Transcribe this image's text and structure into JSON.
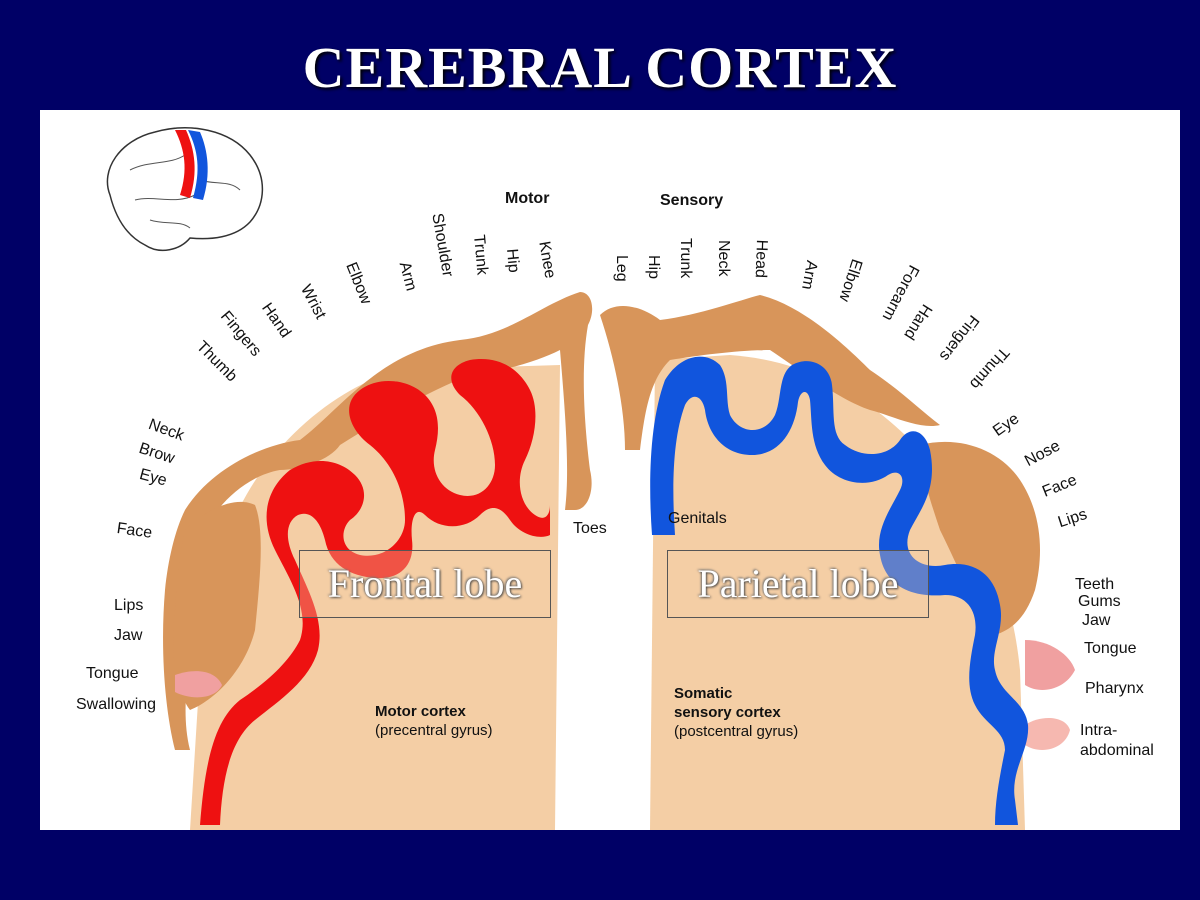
{
  "title": "CEREBRAL CORTEX",
  "headings": {
    "motor": "Motor",
    "sensory": "Sensory"
  },
  "lobes": {
    "frontal": "Frontal lobe",
    "parietal": "Parietal lobe"
  },
  "motor_caption": {
    "line1": "Motor cortex",
    "line2": "(precentral gyrus)"
  },
  "sensory_caption": {
    "line1": "Somatic",
    "line2": "sensory cortex",
    "line3": "(postcentral gyrus)"
  },
  "motor_labels": [
    "Knee",
    "Hip",
    "Trunk",
    "Shoulder",
    "Arm",
    "Elbow",
    "Wrist",
    "Hand",
    "Fingers",
    "Thumb",
    "Neck",
    "Brow",
    "Eye",
    "Face",
    "Lips",
    "Jaw",
    "Tongue",
    "Swallowing",
    "Toes"
  ],
  "sensory_labels": [
    "Leg",
    "Hip",
    "Trunk",
    "Neck",
    "Head",
    "Arm",
    "Elbow",
    "Forearm",
    "Hand",
    "Fingers",
    "Thumb",
    "Eye",
    "Nose",
    "Face",
    "Lips",
    "Teeth",
    "Gums",
    "Jaw",
    "Tongue",
    "Pharynx",
    "Intra-",
    "abdominal",
    "Genitals"
  ],
  "colors": {
    "background": "#000066",
    "motor": "#ee1111",
    "sensory": "#1155dd",
    "tissue": "#f4cea5",
    "homunculus": "#d8955a"
  }
}
